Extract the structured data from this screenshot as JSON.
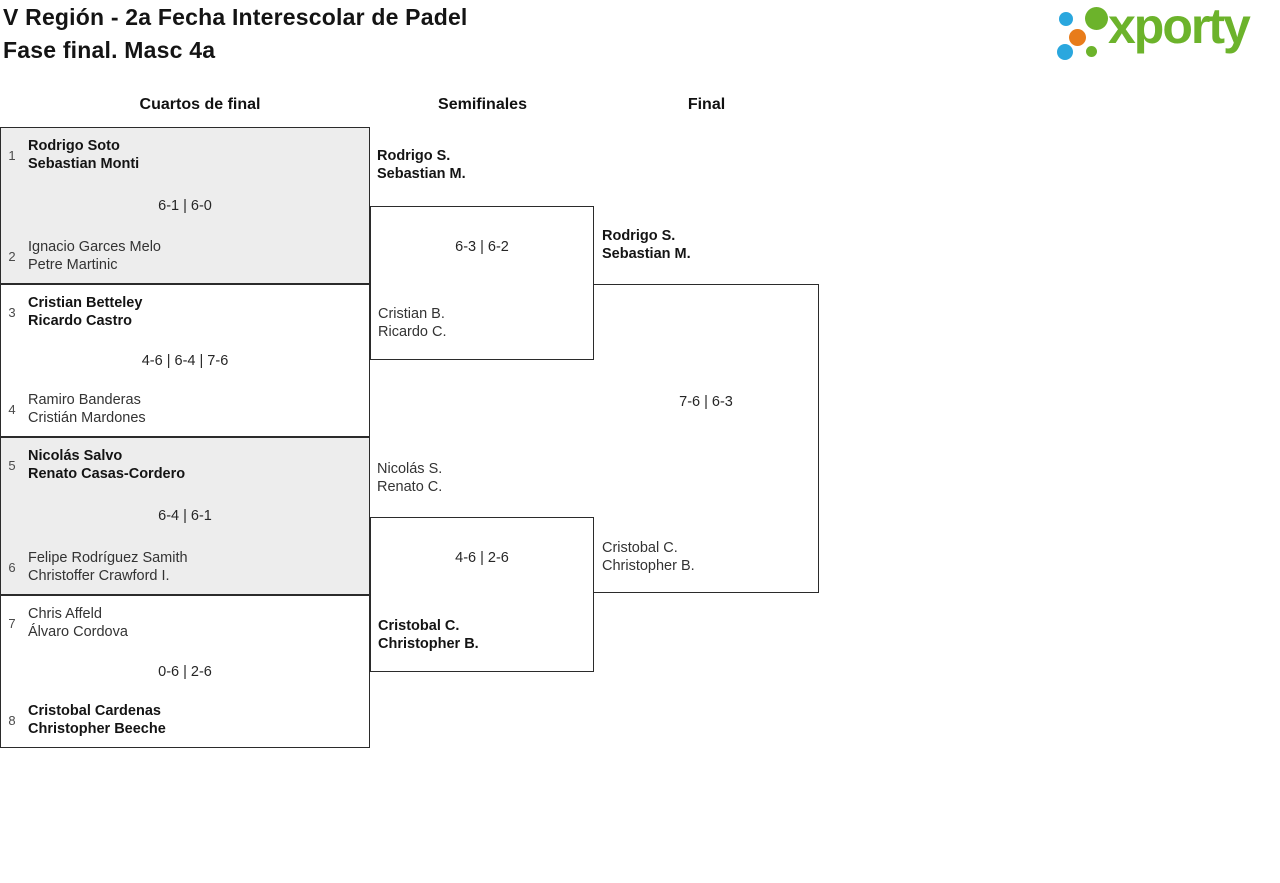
{
  "header": {
    "title_line1": "V Región - 2a Fecha Interescolar de Padel",
    "title_line2": "Fase final. Masc 4a",
    "logo_text": "xporty"
  },
  "round_headers": {
    "quarterfinals": "Cuartos de final",
    "semifinals": "Semifinales",
    "final": "Final"
  },
  "colors": {
    "logo_green": "#6cb32b",
    "logo_blue": "#2aa7de",
    "logo_orange": "#e87c1a",
    "shaded_match_bg": "#ededed",
    "bracket_line": "#2b2b2b"
  },
  "quarterfinals": [
    {
      "seed_top": "1",
      "top_line1": "Rodrigo Soto",
      "top_line2": "Sebastian Monti",
      "score": "6-1 | 6-0",
      "seed_bottom": "2",
      "bottom_line1": "Ignacio Garces Melo",
      "bottom_line2": "Petre Martinic",
      "winner": "top"
    },
    {
      "seed_top": "3",
      "top_line1": "Cristian Betteley",
      "top_line2": "Ricardo Castro",
      "score": "4-6 | 6-4 | 7-6",
      "seed_bottom": "4",
      "bottom_line1": "Ramiro Banderas",
      "bottom_line2": "Cristián Mardones",
      "winner": "top"
    },
    {
      "seed_top": "5",
      "top_line1": "Nicolás Salvo",
      "top_line2": "Renato Casas-Cordero",
      "score": "6-4 | 6-1",
      "seed_bottom": "6",
      "bottom_line1": "Felipe Rodríguez Samith",
      "bottom_line2": "Christoffer Crawford I.",
      "winner": "bottom_is_not_winner_note_top_won"
    },
    {
      "seed_top": "7",
      "top_line1": "Chris Affeld",
      "top_line2": "Álvaro Cordova",
      "score": "0-6 | 2-6",
      "seed_bottom": "8",
      "bottom_line1": "Cristobal Cardenas",
      "bottom_line2": "Christopher Beeche",
      "winner": "bottom"
    }
  ],
  "semifinals": [
    {
      "top_line1": "Rodrigo S.",
      "top_line2": "Sebastian M.",
      "score": "6-3 | 6-2",
      "bottom_line1": "Cristian B.",
      "bottom_line2": "Ricardo C.",
      "winner": "top"
    },
    {
      "top_line1": "Nicolás S.",
      "top_line2": "Renato C.",
      "score": "4-6 | 2-6",
      "bottom_line1": "Cristobal C.",
      "bottom_line2": "Christopher B.",
      "winner": "bottom"
    }
  ],
  "final": {
    "top_line1": "Rodrigo S.",
    "top_line2": "Sebastian M.",
    "score": "7-6 | 6-3",
    "bottom_line1": "Cristobal C.",
    "bottom_line2": "Christopher B.",
    "winner": "top"
  }
}
